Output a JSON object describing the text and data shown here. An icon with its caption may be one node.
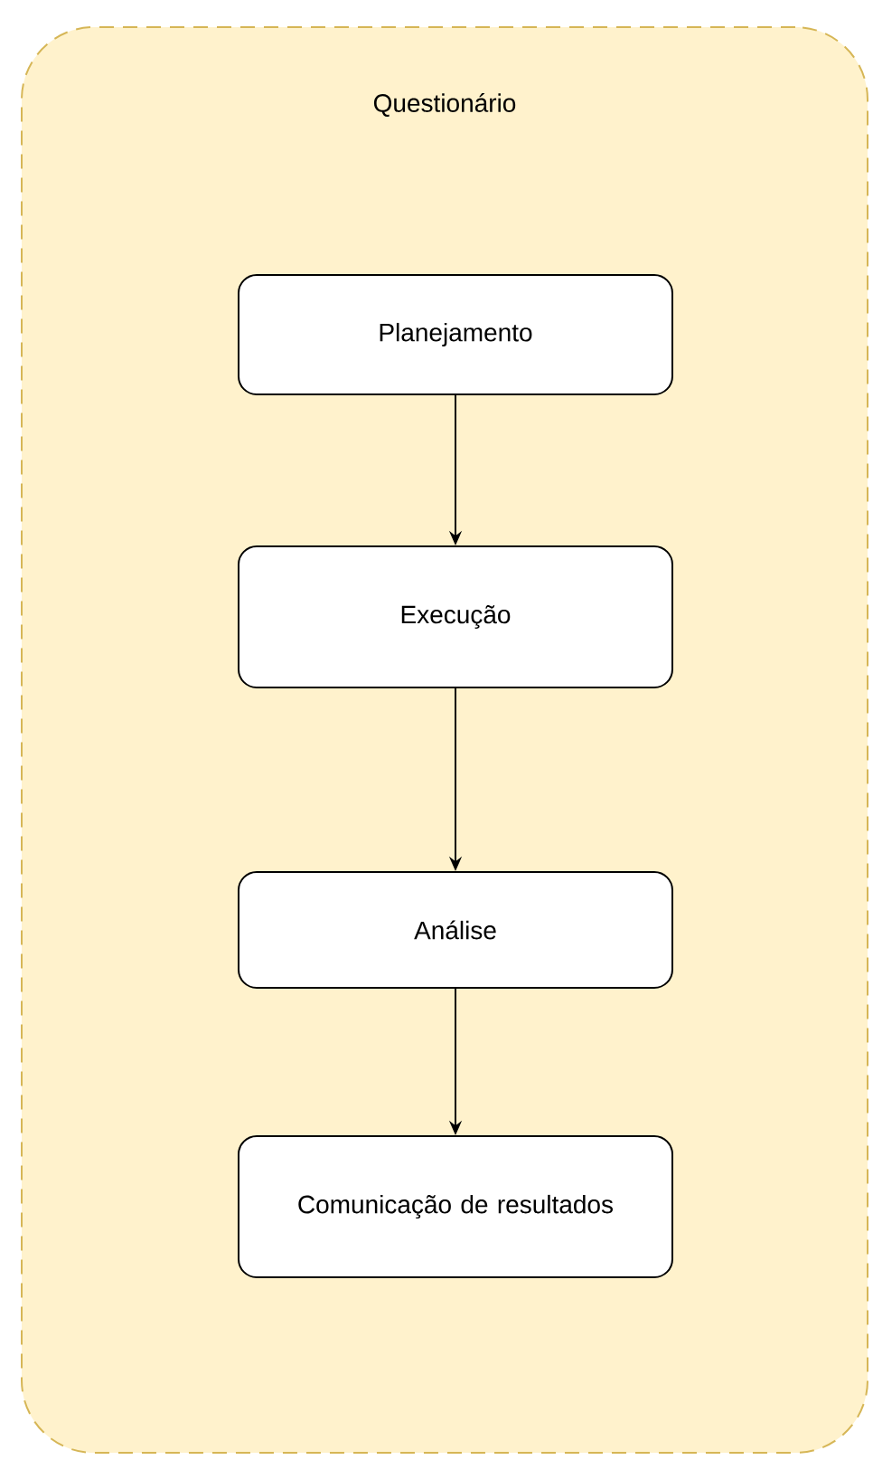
{
  "diagram": {
    "nodes": [
      {
        "text": [
          "Questionário"
        ]
      },
      {
        "text": [
          "Planejamento"
        ],
        "in": 0
      },
      {
        "text": [
          "Execução"
        ],
        "in": 0
      },
      {
        "text": [
          "Análise"
        ],
        "in": 0
      },
      {
        "text": [
          "Comunicação de resultados"
        ],
        "in": 0
      }
    ],
    "edges": [
      {
        "from": 1,
        "to": 2,
        "arrow": "to"
      },
      {
        "from": 2,
        "to": 3,
        "arrow": "to"
      },
      {
        "from": 3,
        "to": 4,
        "arrow": "to"
      }
    ]
  }
}
